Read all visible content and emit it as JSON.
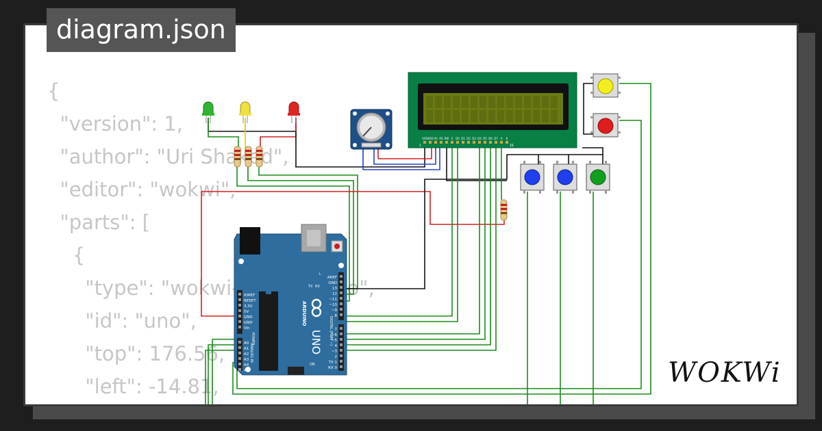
{
  "tab_title": "diagram.json",
  "code_lines": [
    "{",
    "  \"version\": 1,",
    "  \"author\": \"Uri Shaked\",",
    "  \"editor\": \"wokwi\",",
    "  \"parts\": [",
    "    {",
    "      \"type\": \"wokwi-arduino-uno\",",
    "      \"id\": \"uno\",",
    "      \"top\": 176.56,",
    "      \"left\": -14.81,"
  ],
  "logo": "WOKWi",
  "arduino": {
    "brand": "ARDUINO",
    "model": "UNO",
    "power_label": "POWER",
    "analog_label": "ANALOG IN",
    "digital_label": "DIGITAL (PWM ~)",
    "on_label": "ON",
    "l_label": "L",
    "tx_label": "TX",
    "rx_label": "RX",
    "power_pins": [
      "IOREF",
      "RESET",
      "3.3V",
      "5V",
      "GND",
      "GND",
      "Vin"
    ],
    "analog_pins": [
      "A0",
      "A1",
      "A2",
      "A3",
      "A4",
      "A5"
    ],
    "digital_pins": [
      "AREF",
      "GND",
      "13",
      "12",
      "~11",
      "~10",
      "~9",
      "8",
      "7",
      "~6",
      "~5",
      "4",
      "~3",
      "2",
      "TX 1",
      "RX 0"
    ]
  },
  "lcd": {
    "pin_labels": [
      "VSS",
      "VDD",
      "V0",
      "RS",
      "RW",
      "E",
      "D0",
      "D1",
      "D2",
      "D3",
      "D4",
      "D5",
      "D6",
      "D7",
      "A",
      "K"
    ],
    "pin_first": "1",
    "pin_last": "16"
  },
  "leds": [
    "green",
    "yellow",
    "red"
  ],
  "buttons": [
    "yellow",
    "red",
    "blue",
    "blue",
    "green"
  ],
  "colors": {
    "board": "#2e6d9e",
    "lcd_frame": "#087f45",
    "lcd_screen": "#6b7a12",
    "wire_green": "#1a8a1a",
    "wire_red": "#d42020",
    "wire_black": "#111111",
    "wire_blue": "#2040d0",
    "tab_bg": "#555555",
    "code_text": "#c6c6c6"
  }
}
